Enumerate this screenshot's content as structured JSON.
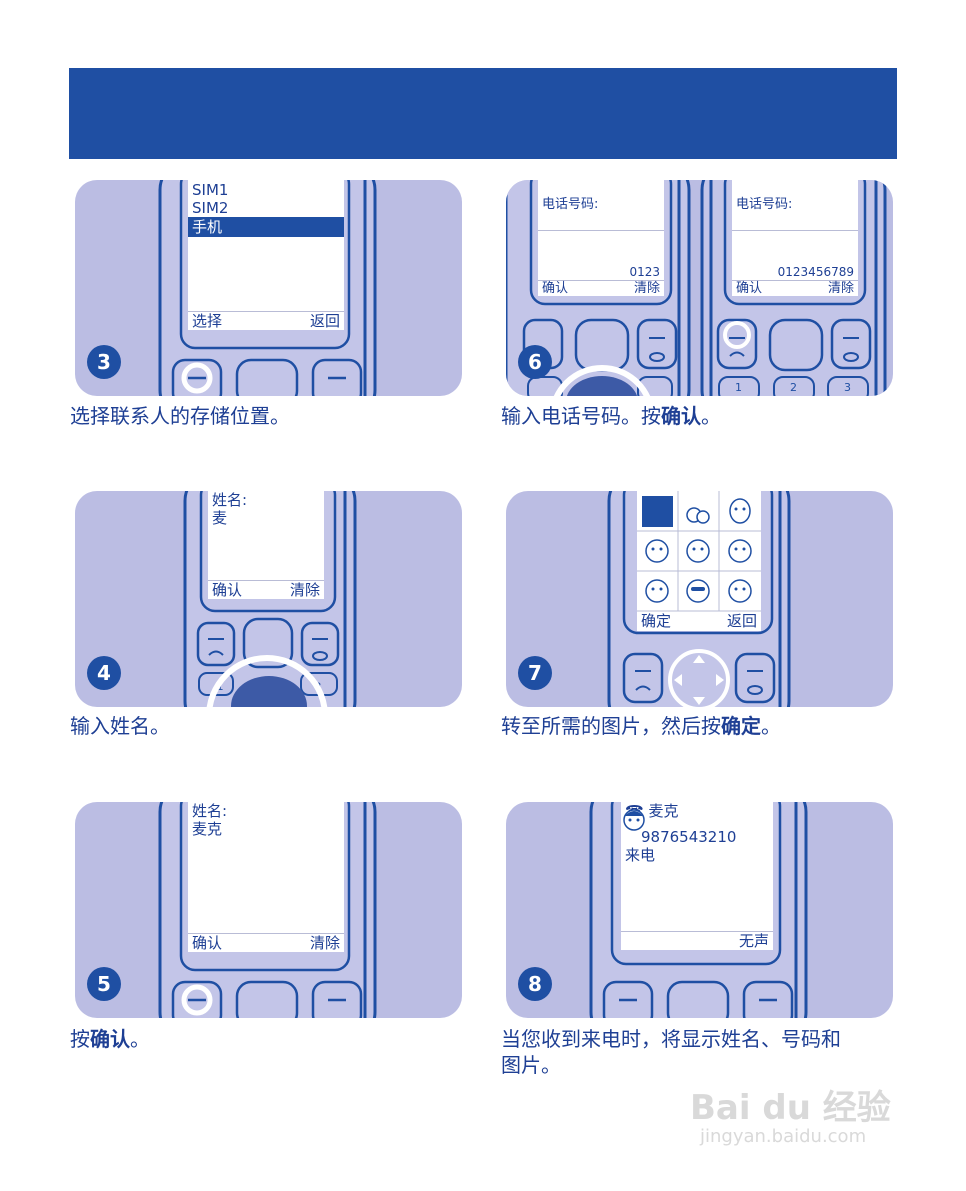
{
  "steps": [
    {
      "num": "3",
      "caption": "选择联系人的存储位置。",
      "screen": {
        "items": [
          "SIM1",
          "SIM2",
          "手机"
        ],
        "left_soft": "选择",
        "right_soft": "返回"
      }
    },
    {
      "num": "4",
      "caption": "输入姓名。",
      "screen": {
        "label": "姓名:",
        "value": "麦",
        "left_soft": "确认",
        "right_soft": "清除"
      }
    },
    {
      "num": "5",
      "caption_pre": "按",
      "caption_bold": "确认",
      "caption_post": "。",
      "screen": {
        "label": "姓名:",
        "value": "麦克",
        "left_soft": "确认",
        "right_soft": "清除"
      }
    },
    {
      "num": "6",
      "caption_pre": "输入电话号码。按",
      "caption_bold": "确认",
      "caption_post": "。",
      "screen_a": {
        "label": "电话号码:",
        "value": "0123",
        "left_soft": "确认",
        "right_soft": "清除"
      },
      "screen_b": {
        "label": "电话号码:",
        "value": "0123456789",
        "left_soft": "确认",
        "right_soft": "清除"
      },
      "keys": [
        "1",
        "2",
        "3"
      ]
    },
    {
      "num": "7",
      "caption_pre": "转至所需的图片，然后按",
      "caption_bold": "确定",
      "caption_post": "。",
      "screen": {
        "left_soft": "确定",
        "right_soft": "返回"
      }
    },
    {
      "num": "8",
      "caption_line1": "当您收到来电时，将显示姓名、号码和",
      "caption_line2": "图片。",
      "screen": {
        "name": "麦克",
        "number": "9876543210",
        "status": "来电",
        "right_soft": "无声"
      }
    }
  ],
  "watermark": {
    "brand": "Bai du 经验",
    "url": "jingyan.baidu.com"
  },
  "colors": {
    "banner": "#1f4fa3",
    "card": "#bbbde3",
    "phone": "#c3c5e8",
    "outline": "#1f4fa3",
    "text": "#1e3f94"
  }
}
